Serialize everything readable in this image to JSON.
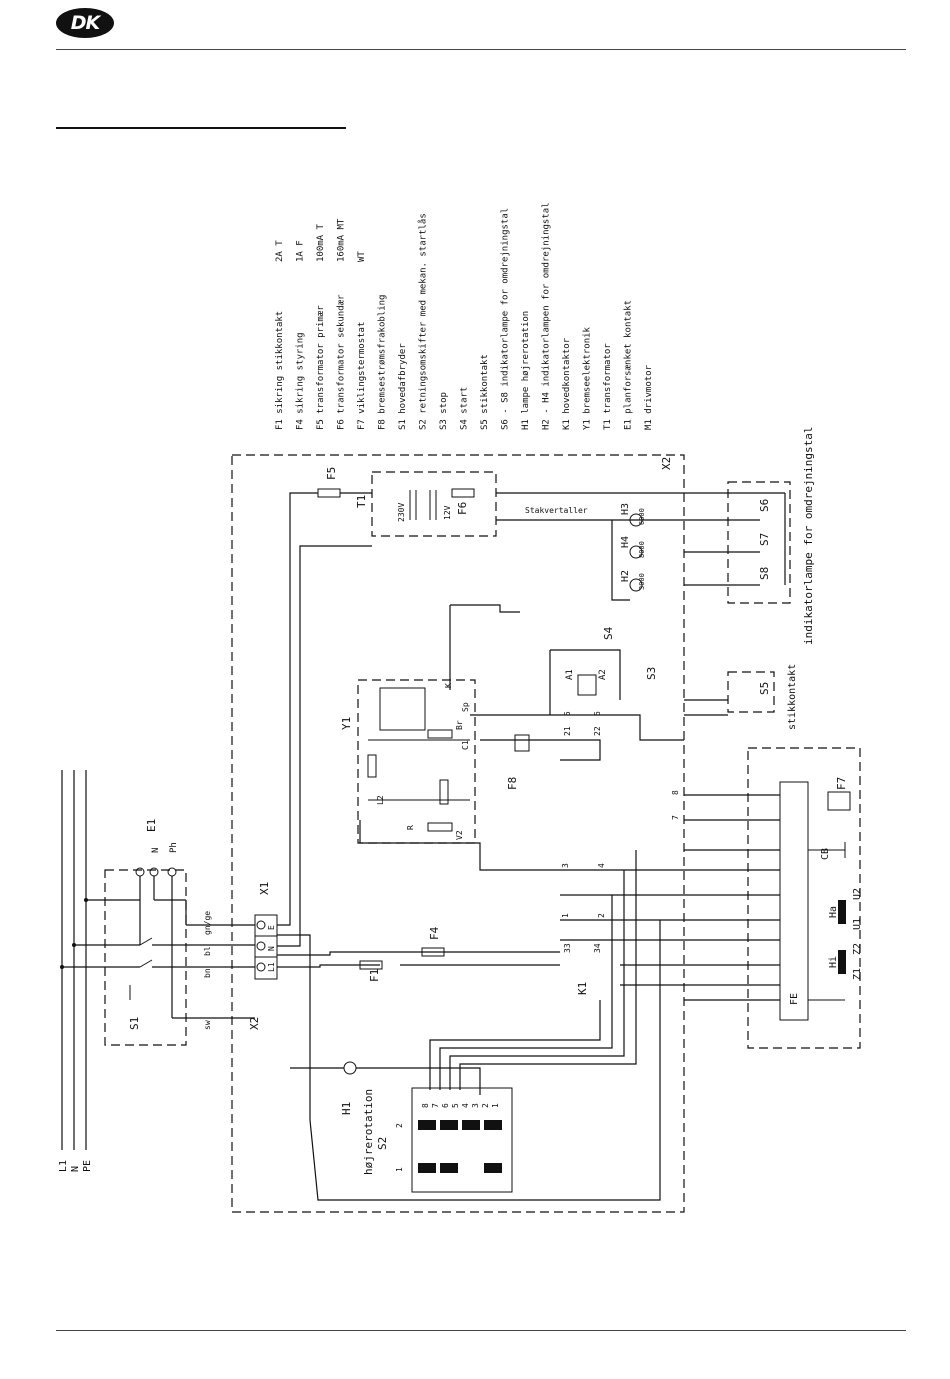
{
  "header": {
    "logo_text": "DK"
  },
  "legend": [
    {
      "label": "F1 sikring stikkontakt",
      "rating": "2A T"
    },
    {
      "label": "F4 sikring styring",
      "rating": "1A F"
    },
    {
      "label": "F5 transformator primær",
      "rating": "100mA T"
    },
    {
      "label": "F6 transformator sekundær",
      "rating": "160mA MT"
    },
    {
      "label": "F7 viklingstermostat",
      "rating": "WT"
    },
    {
      "label": "F8 bremsestrømsfrakobling",
      "rating": ""
    },
    {
      "label": "S1 hovedafbryder",
      "rating": ""
    },
    {
      "label": "S2 retningsomskifter med mekan. startlås",
      "rating": ""
    },
    {
      "label": "S3 stop",
      "rating": ""
    },
    {
      "label": "S4 start",
      "rating": ""
    },
    {
      "label": "S5 stikkontakt",
      "rating": ""
    },
    {
      "label": "S6 - S8 indikatorlampe for omdrejningstal",
      "rating": ""
    },
    {
      "label": "H1 lampe højrerotation",
      "rating": ""
    },
    {
      "label": "H2 - H4 indikatorlampen for omdrejningstal",
      "rating": ""
    },
    {
      "label": "K1 hovedkontaktor",
      "rating": ""
    },
    {
      "label": "Y1 bremseelektronik",
      "rating": ""
    },
    {
      "label": "T1 transformator",
      "rating": ""
    },
    {
      "label": "E1 planforsænket kontakt",
      "rating": ""
    },
    {
      "label": "M1 drivmotor",
      "rating": ""
    }
  ],
  "diagram": {
    "supply": [
      "L1",
      "N",
      "PE"
    ],
    "components": {
      "E1": "E1",
      "S1": "S1",
      "X1": "X1",
      "X2": "X2",
      "F1": "F1",
      "F4": "F4",
      "F5": "F5",
      "F6": "F6",
      "F7": "F7",
      "F8": "F8",
      "T1": "T1",
      "Y1": "Y1",
      "S3": "S3",
      "S4": "S4",
      "S5": "S5",
      "S6": "S6",
      "S7": "S7",
      "S8": "S8",
      "H1": "H1",
      "H2": "H2",
      "H3": "H3",
      "H4": "H4",
      "K1": "K1",
      "S2": "S2",
      "CB": "CB",
      "FE": "FE",
      "U1": "U1",
      "U2": "U2",
      "Z1": "Z1",
      "Z2": "Z2",
      "Ha": "Ha",
      "Hi": "Hi",
      "A1": "A1",
      "A2": "A2",
      "Ph": "Ph",
      "N": "N"
    },
    "labels": {
      "hojrerotation": "højrerotation",
      "stikkontakt": "stikkontakt",
      "indikator": "indikatorlampe for omdrejningstal",
      "stakvertaller": "Stakvertaller",
      "v230": "230V",
      "v12": "12V",
      "rpm_h2": "3000",
      "rpm_h3": "6000",
      "rpm_h4": "8000",
      "sw": "sw",
      "bl": "bl",
      "bn": "bn",
      "gnge": "gn/ge",
      "X1_term": [
        "L1",
        "N",
        "E"
      ],
      "Y1_term": [
        "L2",
        "R",
        "V2",
        "C1",
        "K",
        "Sp",
        "Br"
      ],
      "contacts": [
        "1",
        "2",
        "3",
        "4",
        "5",
        "6",
        "7",
        "8",
        "21",
        "22",
        "33",
        "34"
      ],
      "s2_pins": [
        "8",
        "7",
        "6",
        "5",
        "4",
        "3",
        "2",
        "1"
      ],
      "s2_side": [
        "1",
        "2"
      ]
    }
  }
}
